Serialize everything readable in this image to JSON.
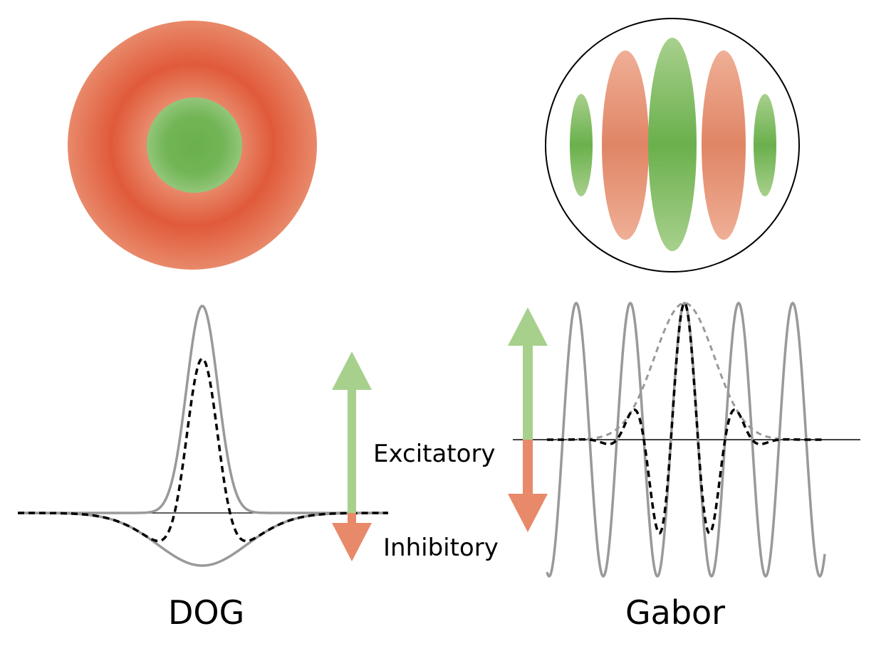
{
  "figure": {
    "colors": {
      "excitatory": "#6ab04c",
      "excitatory_light": "#a8d08d",
      "inhibitory": "#e05a3a",
      "inhibitory_light": "#e8896a",
      "curve_gray": "#999999",
      "curve_dashed": "#000000"
    },
    "legend": {
      "excitatory_label": "Excitatory",
      "inhibitory_label": "Inhibitory"
    },
    "dog": {
      "title": "DOG"
    },
    "gabor": {
      "title": "Gabor"
    }
  }
}
